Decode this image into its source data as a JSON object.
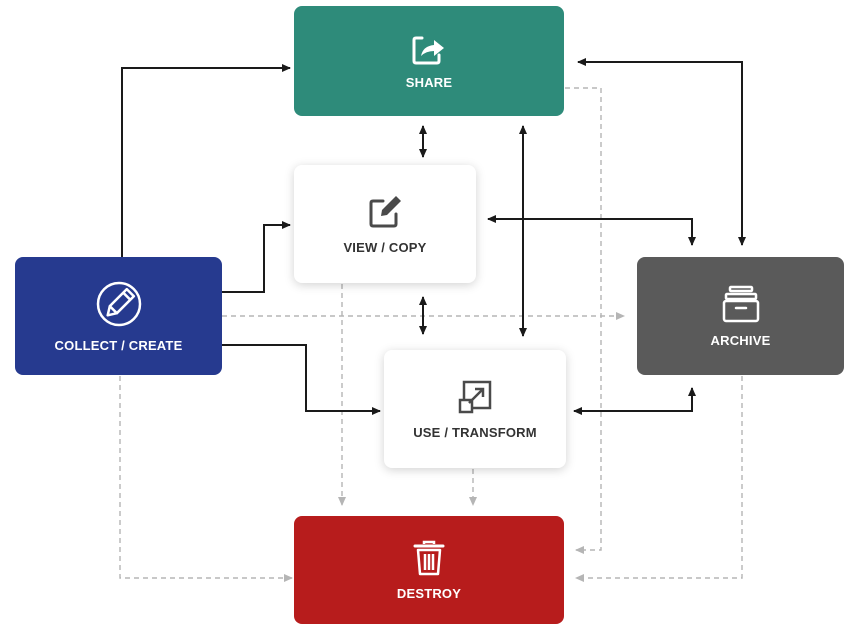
{
  "diagram": {
    "nodes": {
      "share": {
        "label": "SHARE",
        "icon": "share-icon",
        "color": "#2e8b7a"
      },
      "view": {
        "label": "VIEW / COPY",
        "icon": "edit-icon",
        "color": "#ffffff"
      },
      "collect": {
        "label": "COLLECT / CREATE",
        "icon": "pencil-icon",
        "color": "#263a8f"
      },
      "archive": {
        "label": "ARCHIVE",
        "icon": "archive-icon",
        "color": "#5a5a5a"
      },
      "use": {
        "label": "USE / TRANSFORM",
        "icon": "resize-icon",
        "color": "#ffffff"
      },
      "destroy": {
        "label": "DESTROY",
        "icon": "trash-icon",
        "color": "#b71c1c"
      }
    },
    "connector_colors": {
      "solid": "#1a1a1a",
      "dashed": "#b5b5b5"
    }
  }
}
